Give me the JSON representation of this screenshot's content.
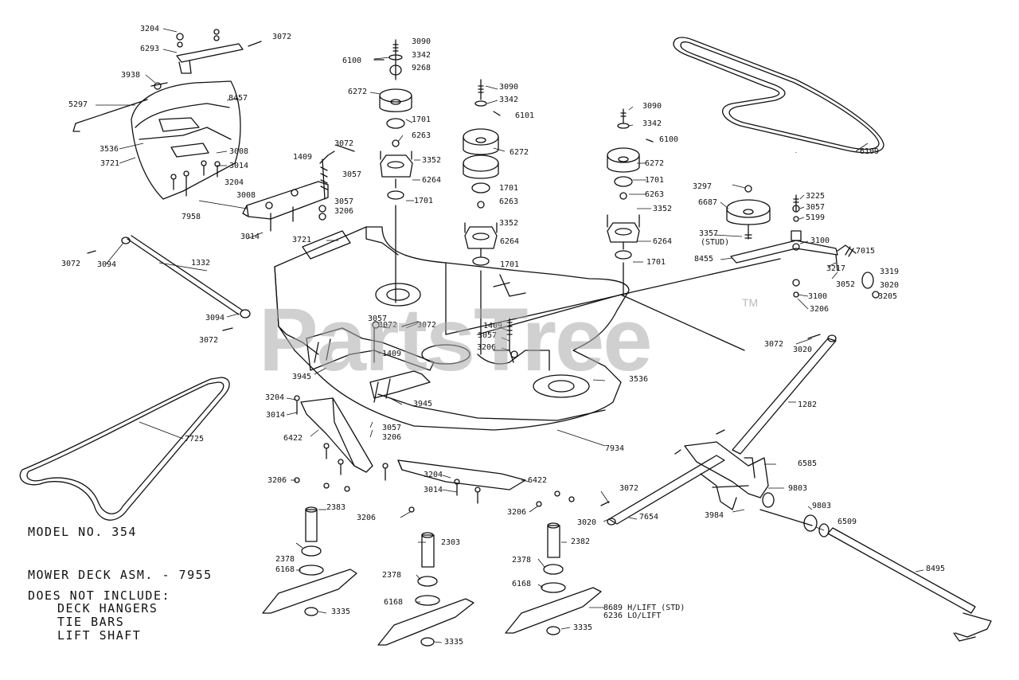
{
  "watermark": {
    "text": "PartsTree",
    "trademark": "TM"
  },
  "captions": {
    "model": "MODEL NO. 354",
    "deck": "MOWER DECK ASM. - 7955",
    "excludes": "DOES NOT INCLUDE:",
    "ex1": "DECK HANGERS",
    "ex2": "TIE BARS",
    "ex3": "LIFT SHAFT"
  },
  "part_labels": [
    "3204",
    "3072",
    "6293",
    "3938",
    "5297",
    "8457",
    "3536",
    "3721",
    "3008",
    "3014",
    "3204",
    "3008",
    "7958",
    "3014",
    "3057",
    "3206",
    "1409",
    "3072",
    "3057",
    "3090",
    "3342",
    "6100",
    "9268",
    "6272",
    "1701",
    "6263",
    "3352",
    "6264",
    "1701",
    "3090",
    "3342",
    "6101",
    "6272",
    "1701",
    "6263",
    "3352",
    "6264",
    "1701",
    "3090",
    "3342",
    "6100",
    "6272",
    "1701",
    "6263",
    "3352",
    "6264",
    "1701",
    "6109",
    "3297",
    "6687",
    "3225",
    "3057",
    "5199",
    "3357",
    "(STUD)",
    "8455",
    "3100",
    "7015",
    "3217",
    "3319",
    "3052",
    "3020",
    "3100",
    "3205",
    "3206",
    "3072",
    "3094",
    "1332",
    "3094",
    "3072",
    "3721",
    "3057",
    "3072",
    "1409",
    "3945",
    "3072",
    "3057",
    "1409",
    "3206",
    "3536",
    "3204",
    "3014",
    "6422",
    "3945",
    "3057",
    "3206",
    "7725",
    "7934",
    "3072",
    "3020",
    "1282",
    "6585",
    "9803",
    "3984",
    "3206",
    "2383",
    "3204",
    "3014",
    "3206",
    "6422",
    "3206",
    "3072",
    "3020",
    "7654",
    "9803",
    "6509",
    "2378",
    "6168",
    "3335",
    "2303",
    "2378",
    "6168",
    "3335",
    "2382",
    "2378",
    "6168",
    "8689 H/LIFT (STD)",
    "6236 LO/LIFT",
    "3335",
    "8495"
  ]
}
